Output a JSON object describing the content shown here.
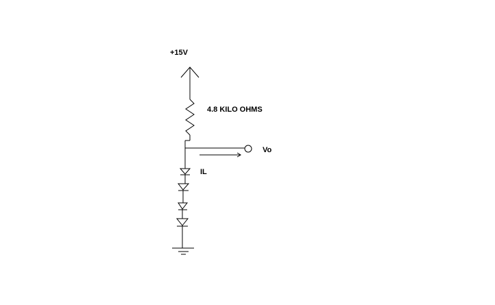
{
  "labels": {
    "supply": "+15V",
    "resistor": "4.8 KILO OHMS",
    "output": "Vo",
    "current": "IL"
  },
  "colors": {
    "wire": "#000000",
    "background": "#ffffff"
  }
}
